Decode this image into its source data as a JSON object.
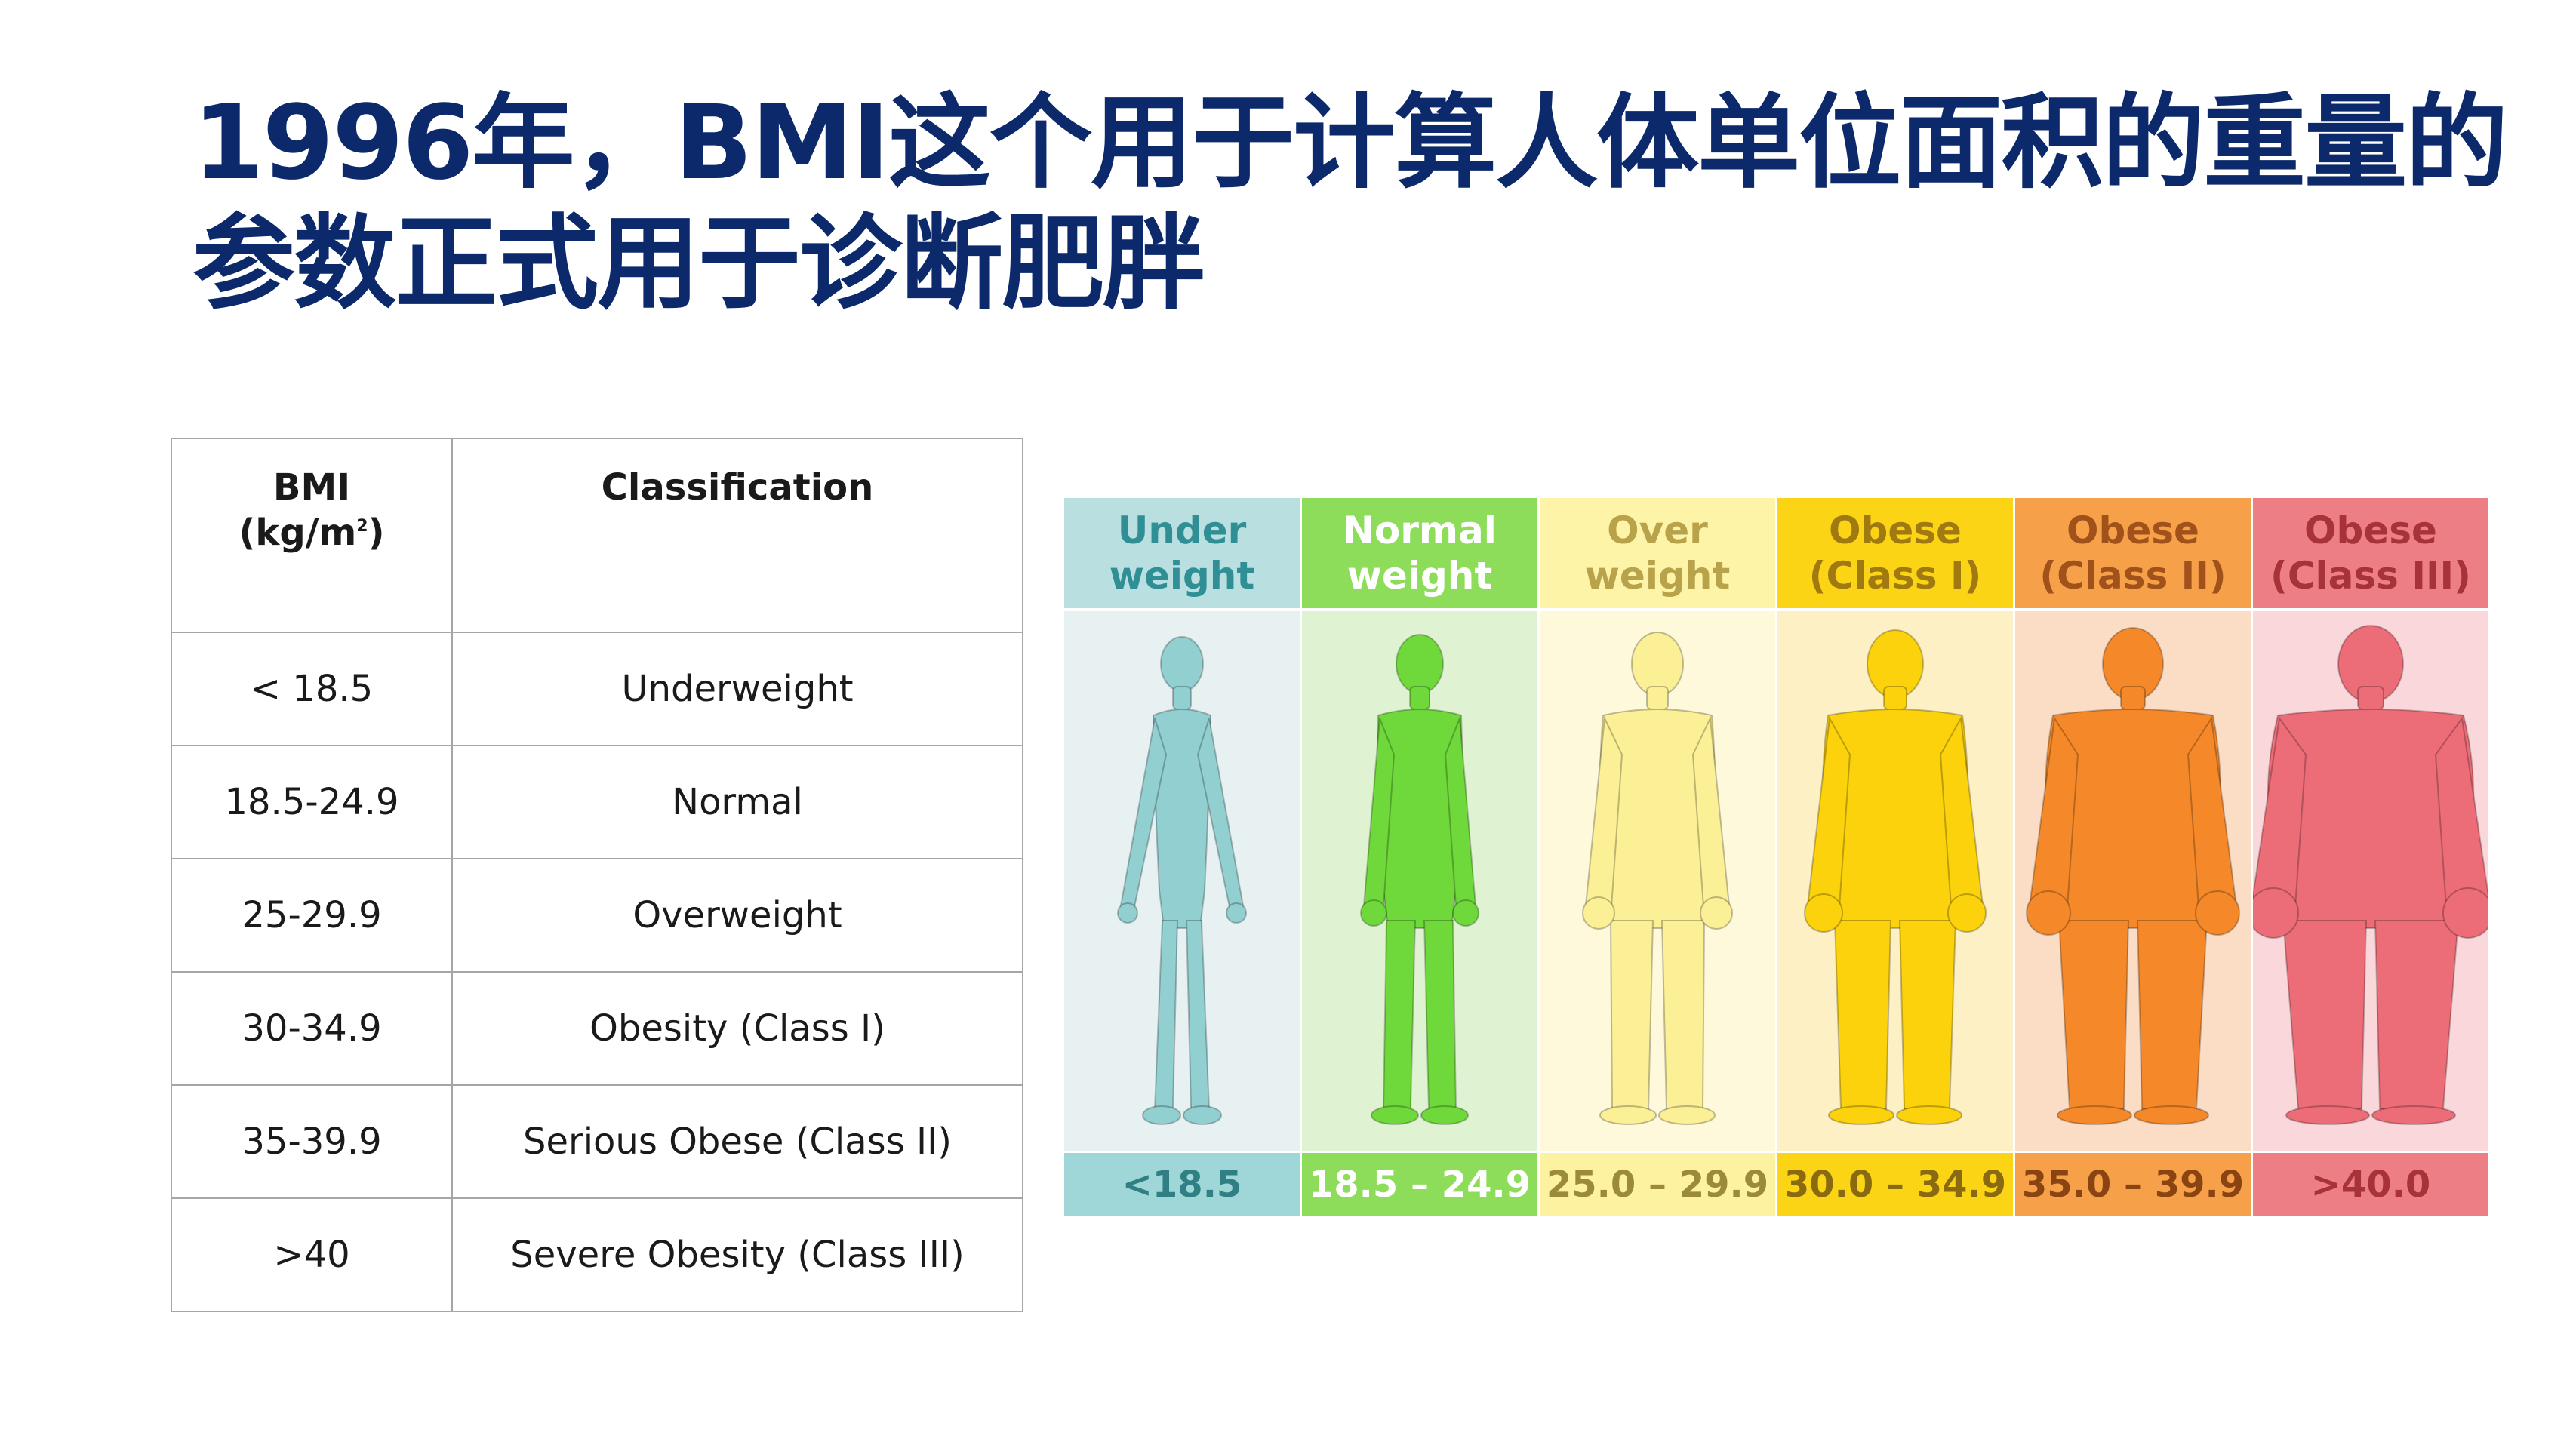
{
  "title": {
    "line1": "1996年，BMI这个用于计算人体单位面积的重量的",
    "line2": "参数正式用于诊断肥胖"
  },
  "table": {
    "header": {
      "bmi": "BMI",
      "unit_open": "(kg/m",
      "unit_sup": "2",
      "unit_close": ")",
      "classification": "Classification"
    },
    "rows": [
      {
        "range": "< 18.5",
        "label": "Underweight"
      },
      {
        "range": "18.5-24.9",
        "label": "Normal"
      },
      {
        "range": "25-29.9",
        "label": "Overweight"
      },
      {
        "range": "30-34.9",
        "label": "Obesity (Class I)"
      },
      {
        "range": "35-39.9",
        "label": "Serious Obese (Class II)"
      },
      {
        "range": ">40",
        "label": "Severe Obesity (Class III)"
      }
    ]
  },
  "categories": [
    {
      "line1": "Under",
      "line2": "weight",
      "range": "<18.5",
      "head_bg": "#b9dfe0",
      "head_fg": "#2f8f95",
      "body_bg": "#e7f1f1",
      "figure": "#91cfd1",
      "foot_bg": "#9fd6d7",
      "foot_fg": "#2f7f85",
      "build": 0
    },
    {
      "line1": "Normal",
      "line2": "weight",
      "range": "18.5 – 24.9",
      "head_bg": "#8ddc5a",
      "head_fg": "#ffffff",
      "body_bg": "#dff3d2",
      "figure": "#6fd83a",
      "foot_bg": "#8ddc5a",
      "foot_fg": "#ffffff",
      "build": 1
    },
    {
      "line1": "Over",
      "line2": "weight",
      "range": "25.0 – 29.9",
      "head_bg": "#fdf4a8",
      "head_fg": "#b8a24a",
      "body_bg": "#fdf9da",
      "figure": "#fcf097",
      "foot_bg": "#fdf2a0",
      "foot_fg": "#9a8a3a",
      "build": 2
    },
    {
      "line1": "Obese",
      "line2": "(Class I)",
      "range": "30.0 – 34.9",
      "head_bg": "#fbd416",
      "head_fg": "#a07a10",
      "body_bg": "#fdf0c4",
      "figure": "#fbd20c",
      "foot_bg": "#fbd416",
      "foot_fg": "#8a6a10",
      "build": 3
    },
    {
      "line1": "Obese",
      "line2": "(Class II)",
      "range": "35.0 – 39.9",
      "head_bg": "#f6a14a",
      "head_fg": "#a0521a",
      "body_bg": "#fbdcc4",
      "figure": "#f5892a",
      "foot_bg": "#f6a14a",
      "foot_fg": "#8a4412",
      "build": 4
    },
    {
      "line1": "Obese",
      "line2": "(Class III)",
      "range": ">40.0",
      "head_bg": "#ee7e85",
      "head_fg": "#a8323a",
      "body_bg": "#fad7da",
      "figure": "#ec6c78",
      "foot_bg": "#ee7e85",
      "foot_fg": "#a8323a",
      "build": 5
    }
  ]
}
